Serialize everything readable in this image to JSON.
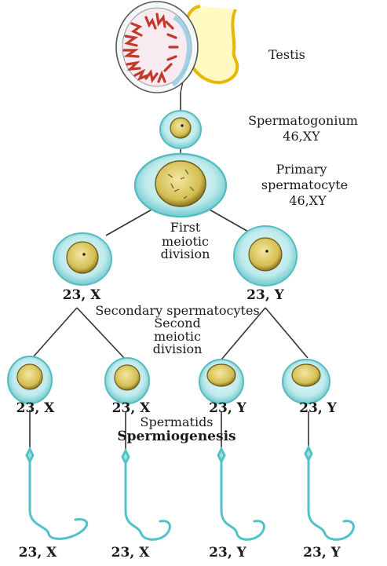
{
  "stages": {
    "testis": "Testis",
    "spermatogonium": "Spermatogonium",
    "spermatogonium_karyotype": "46,XY",
    "primary": [
      "Primary",
      "spermatocyte"
    ],
    "primary_karyotype": "46,XY",
    "first_division": [
      "First",
      "meiotic",
      "division"
    ],
    "secondary": "Secondary spermatocytes",
    "second_division": [
      "Second",
      "meiotic",
      "division"
    ],
    "spermatids": "Spermatids",
    "spermiogenesis": "Spermiogenesis"
  },
  "secondary_karyotypes": [
    "23, X",
    "23, Y"
  ],
  "spermatid_karyotypes": [
    "23, X",
    "23, X",
    "23, Y",
    "23, Y"
  ],
  "sperm_karyotypes": [
    "23, X",
    "23, X",
    "23, Y",
    "23, Y"
  ],
  "colors": {
    "cell_membrane": "#7fd3d6",
    "cytoplasm": "#c8eef0",
    "nucleus": "#d9c35a",
    "nucleus_edge": "#6b5a1a",
    "tubules": "#c0392b",
    "epididymis": "#e6b800",
    "lines": "#333333"
  }
}
